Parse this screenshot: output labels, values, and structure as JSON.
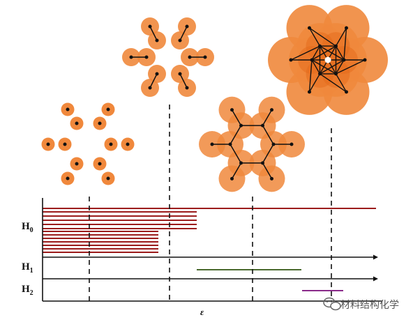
{
  "diagram": {
    "colors": {
      "disk": "#f0883c",
      "disk_dark": "#e36a1a",
      "point": "#111111",
      "h0": "#9b1c1c",
      "h1": "#4a6a2e",
      "h2": "#8a2a8a",
      "axis": "#111111"
    },
    "h0_bars": {
      "long": 1,
      "mid": 5,
      "short": 7
    },
    "labels": {
      "h0_main": "H",
      "h0_sub": "0",
      "h1_main": "H",
      "h1_sub": "1",
      "h2_main": "H",
      "h2_sub": "2",
      "x_axis": "ε"
    }
  },
  "watermark": {
    "text": "材料结构化学",
    "icon": "wechat-icon"
  }
}
